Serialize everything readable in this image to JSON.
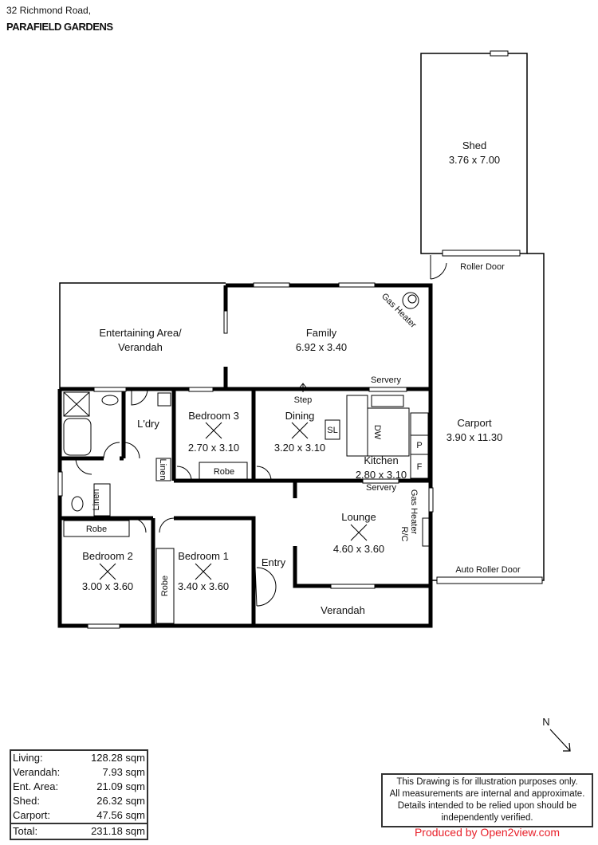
{
  "address": {
    "line1": "32 Richmond Road,",
    "line2": "PARAFIELD GARDENS"
  },
  "rooms": {
    "shed": {
      "name": "Shed",
      "size": "3.76 x 7.00"
    },
    "roller_door": "Roller Door",
    "carport": {
      "name": "Carport",
      "size": "3.90 x 11.30"
    },
    "auto_roller_door": "Auto Roller Door",
    "entertaining": {
      "name1": "Entertaining Area/",
      "name2": "Verandah"
    },
    "family": {
      "name": "Family",
      "size": "6.92 x 3.40"
    },
    "gas_heater": "Gas Heater",
    "servery_top": "Servery",
    "step": "Step",
    "dining": {
      "name": "Dining",
      "size": "3.20 x 3.10"
    },
    "sl": "SL",
    "dw": "DW",
    "p": "P",
    "f": "F",
    "kitchen": {
      "name": "Kitchen",
      "size": "2.80 x 3.10"
    },
    "servery_bottom": "Servery",
    "ldry": "L'dry",
    "bedroom3": {
      "name": "Bedroom 3",
      "size": "2.70 x 3.10"
    },
    "robe3": "Robe",
    "linen1": "Linen",
    "linen2": "Linen",
    "lounge": {
      "name": "Lounge",
      "size": "4.60 x 3.60"
    },
    "gas_heater_rc1": "Gas Heater",
    "gas_heater_rc2": "R/C",
    "robe2": "Robe",
    "bedroom2": {
      "name": "Bedroom 2",
      "size": "3.00 x 3.60"
    },
    "robe1": "Robe",
    "bedroom1": {
      "name": "Bedroom 1",
      "size": "3.40 x 3.60"
    },
    "entry": "Entry",
    "verandah": "Verandah"
  },
  "north": "N",
  "areas": [
    {
      "label": "Living:",
      "value": "128.28 sqm"
    },
    {
      "label": "Verandah:",
      "value": "7.93 sqm"
    },
    {
      "label": "Ent. Area:",
      "value": "21.09 sqm"
    },
    {
      "label": "Shed:",
      "value": "26.32 sqm"
    },
    {
      "label": "Carport:",
      "value": "47.56 sqm"
    }
  ],
  "total": {
    "label": "Total:",
    "value": "231.18 sqm"
  },
  "disclaimer": [
    "This Drawing is for illustration purposes only.",
    "All measurements are internal and  approximate.",
    "Details intended to be relied upon should be",
    "independently verified."
  ],
  "produced_by": "Produced by Open2view.com",
  "colors": {
    "wall": "#000000",
    "produced": "#e8202a"
  }
}
